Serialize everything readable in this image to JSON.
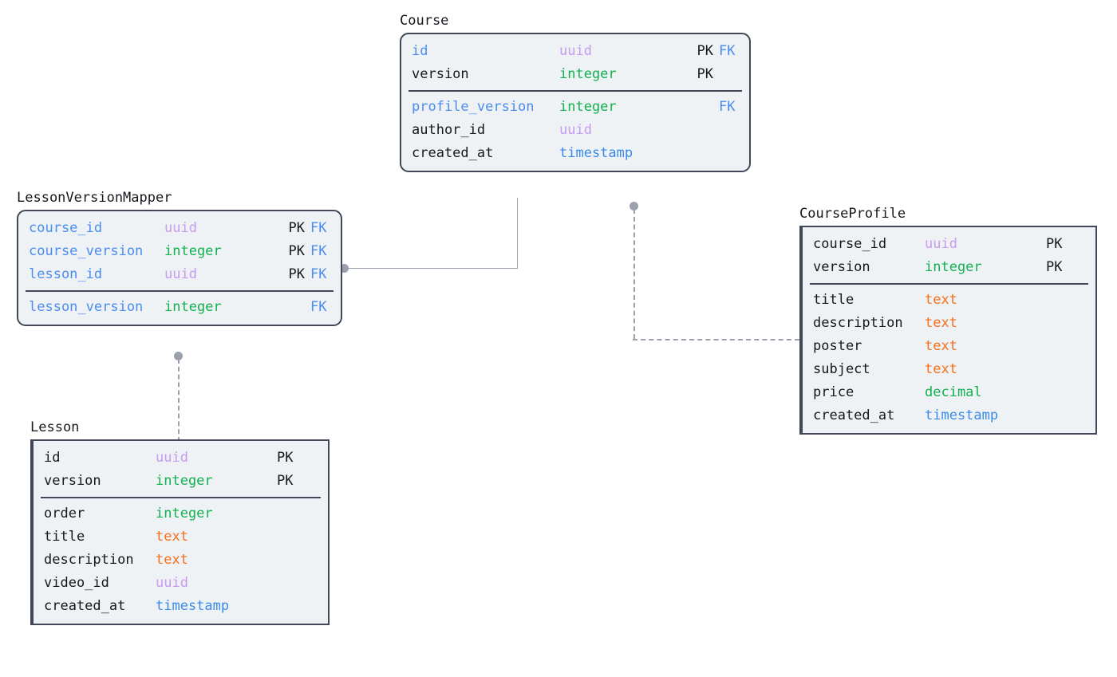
{
  "diagram": {
    "type": "entity-relationship-diagram",
    "background": "#ffffff",
    "palette": {
      "box_fill": "#eef2f5",
      "box_border": "#414859",
      "connector": "#9aa0ad",
      "name_plain": "#15181d",
      "name_foreign_key": "#4a8cf0",
      "type_uuid": "#c79bef",
      "type_integer": "#11b14f",
      "type_decimal": "#11b14f",
      "type_text": "#f4701b",
      "type_timestamp": "#3b8ae8",
      "key_pk": "#15181d",
      "key_fk": "#4a8cf0"
    },
    "entities": [
      {
        "id": "course",
        "title": "Course",
        "corner": "rounded",
        "key_fields": [
          {
            "name": "id",
            "name_style": "fk",
            "type": "uuid",
            "pk": "PK",
            "fk": "FK"
          },
          {
            "name": "version",
            "name_style": "plain",
            "type": "integer",
            "pk": "PK",
            "fk": ""
          }
        ],
        "fields": [
          {
            "name": "profile_version",
            "name_style": "fk",
            "type": "integer",
            "pk": "",
            "fk": "FK"
          },
          {
            "name": "author_id",
            "name_style": "plain",
            "type": "uuid",
            "pk": "",
            "fk": ""
          },
          {
            "name": "created_at",
            "name_style": "plain",
            "type": "timestamp",
            "pk": "",
            "fk": ""
          }
        ]
      },
      {
        "id": "lessonversionmapper",
        "title": "LessonVersionMapper",
        "corner": "rounded",
        "key_fields": [
          {
            "name": "course_id",
            "name_style": "fk",
            "type": "uuid",
            "pk": "PK",
            "fk": "FK"
          },
          {
            "name": "course_version",
            "name_style": "fk",
            "type": "integer",
            "pk": "PK",
            "fk": "FK"
          },
          {
            "name": "lesson_id",
            "name_style": "fk",
            "type": "uuid",
            "pk": "PK",
            "fk": "FK"
          }
        ],
        "fields": [
          {
            "name": "lesson_version",
            "name_style": "fk",
            "type": "integer",
            "pk": "",
            "fk": "FK"
          }
        ]
      },
      {
        "id": "courseprofile",
        "title": "CourseProfile",
        "corner": "squared",
        "key_fields": [
          {
            "name": "course_id",
            "name_style": "plain",
            "type": "uuid",
            "pk": "PK",
            "fk": ""
          },
          {
            "name": "version",
            "name_style": "plain",
            "type": "integer",
            "pk": "PK",
            "fk": ""
          }
        ],
        "fields": [
          {
            "name": "title",
            "name_style": "plain",
            "type": "text",
            "pk": "",
            "fk": ""
          },
          {
            "name": "description",
            "name_style": "plain",
            "type": "text",
            "pk": "",
            "fk": ""
          },
          {
            "name": "poster",
            "name_style": "plain",
            "type": "text",
            "pk": "",
            "fk": ""
          },
          {
            "name": "subject",
            "name_style": "plain",
            "type": "text",
            "pk": "",
            "fk": ""
          },
          {
            "name": "price",
            "name_style": "plain",
            "type": "decimal",
            "pk": "",
            "fk": ""
          },
          {
            "name": "created_at",
            "name_style": "plain",
            "type": "timestamp",
            "pk": "",
            "fk": ""
          }
        ]
      },
      {
        "id": "lesson",
        "title": "Lesson",
        "corner": "squared",
        "key_fields": [
          {
            "name": "id",
            "name_style": "plain",
            "type": "uuid",
            "pk": "PK",
            "fk": ""
          },
          {
            "name": "version",
            "name_style": "plain",
            "type": "integer",
            "pk": "PK",
            "fk": ""
          }
        ],
        "fields": [
          {
            "name": "order",
            "name_style": "plain",
            "type": "integer",
            "pk": "",
            "fk": ""
          },
          {
            "name": "title",
            "name_style": "plain",
            "type": "text",
            "pk": "",
            "fk": ""
          },
          {
            "name": "description",
            "name_style": "plain",
            "type": "text",
            "pk": "",
            "fk": ""
          },
          {
            "name": "video_id",
            "name_style": "plain",
            "type": "uuid",
            "pk": "",
            "fk": ""
          },
          {
            "name": "created_at",
            "name_style": "plain",
            "type": "timestamp",
            "pk": "",
            "fk": ""
          }
        ]
      }
    ],
    "relationships": [
      {
        "id": "mapper-to-course",
        "from": "lessonversionmapper",
        "to": "course",
        "style": "solid"
      },
      {
        "id": "course-to-profile",
        "from": "course",
        "to": "courseprofile",
        "style": "dashed"
      },
      {
        "id": "mapper-to-lesson",
        "from": "lessonversionmapper",
        "to": "lesson",
        "style": "dashed"
      }
    ]
  }
}
